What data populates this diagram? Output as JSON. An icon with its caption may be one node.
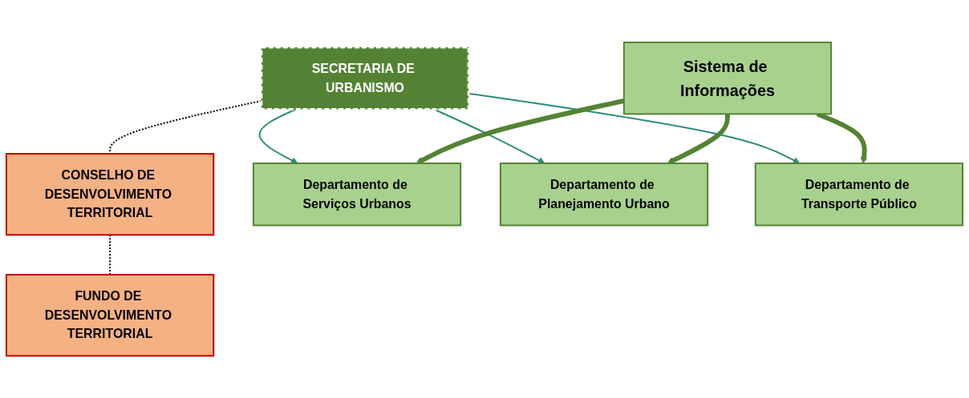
{
  "diagram": {
    "nodes": [
      {
        "text": [
          "SECRETARIA DE URBANISMO"
        ]
      },
      {
        "text": [
          "CONSELHO DE DESENVOLVIMENTO TERRITORIAL"
        ]
      },
      {
        "text": [
          "Departamento de Serviços Urbanos"
        ]
      },
      {
        "text": [
          "Departamento de Planejamento Urbano"
        ]
      },
      {
        "text": [
          "Departamento de Transporte Público"
        ]
      },
      {
        "text": [
          "FUNDO DE DESENVOLVIMENTO TERRITORIAL"
        ]
      },
      {
        "text": [
          "Sistema de Informações"
        ]
      }
    ],
    "edges": [
      {
        "from": 0,
        "to": 1,
        "arrow": "none",
        "style": "dashed",
        "color": "#000000"
      },
      {
        "from": 1,
        "to": 5,
        "arrow": "none",
        "style": "dashed",
        "color": "#000000"
      },
      {
        "from": 0,
        "to": 2,
        "arrow": "to",
        "color": "#2e8b7a"
      },
      {
        "from": 0,
        "to": 3,
        "arrow": "to",
        "color": "#2e8b7a"
      },
      {
        "from": 0,
        "to": 4,
        "arrow": "to",
        "color": "#2e8b7a"
      },
      {
        "from": 6,
        "to": 2,
        "arrow": "to",
        "style": "thick",
        "color": "#548235"
      },
      {
        "from": 6,
        "to": 3,
        "arrow": "to",
        "style": "thick",
        "color": "#548235"
      },
      {
        "from": 6,
        "to": 4,
        "arrow": "to",
        "style": "thick",
        "color": "#548235"
      }
    ]
  }
}
